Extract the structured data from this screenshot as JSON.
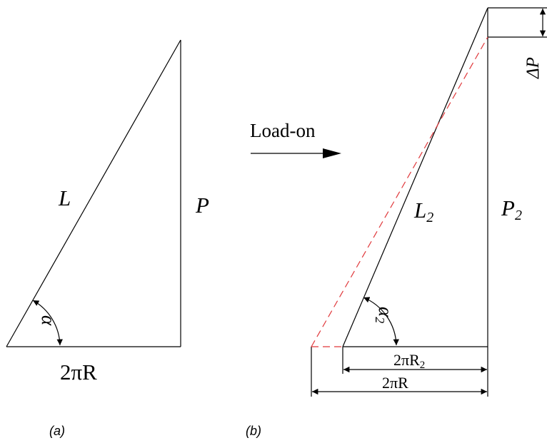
{
  "panel_a": {
    "label": "(a)",
    "hypotenuse_label": "L",
    "side_label": "P",
    "angle_label": "α",
    "base_label": "2πR"
  },
  "panel_b": {
    "label": "(b)",
    "hypotenuse_label": "L",
    "hypotenuse_sub": "2",
    "side_label": "P",
    "side_sub": "2",
    "angle_label": "α",
    "angle_sub": "2",
    "delta_label": "ΔP",
    "base_inner_label": "2πR",
    "base_inner_sub": "2",
    "base_outer_label": "2πR"
  },
  "transition": {
    "label": "Load-on"
  },
  "colors": {
    "line": "#000000",
    "dashed": "#e0383b"
  }
}
